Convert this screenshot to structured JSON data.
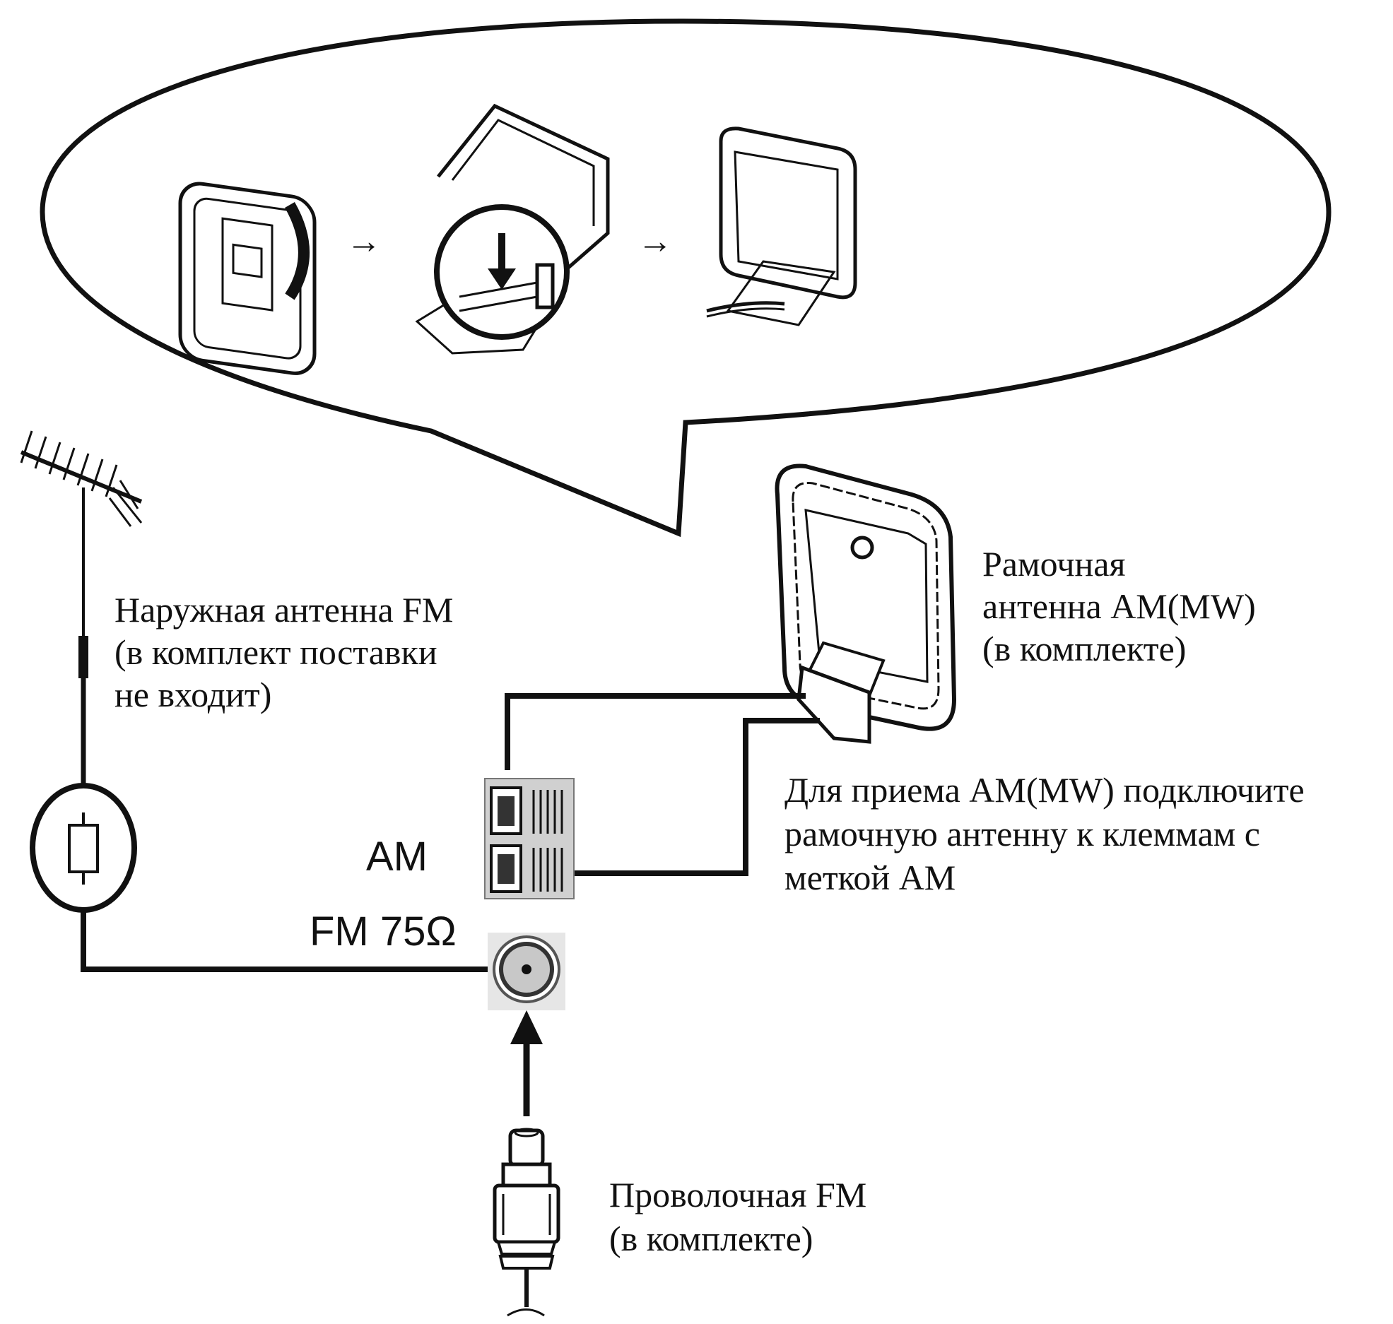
{
  "labels": {
    "outdoor_fm_line1": "Наружная антенна FM",
    "outdoor_fm_line2": "(в комплект поставки",
    "outdoor_fm_line3": "не входит)",
    "loop_am_line1": "Рамочная",
    "loop_am_line2": "антенна AM(MW)",
    "loop_am_line3": "(в комплекте)",
    "am_instruction_line1": "Для приема AM(MW) подключите",
    "am_instruction_line2": "рамочную антенну к клеммам с",
    "am_instruction_line3": "меткой AM",
    "wire_fm_line1": "Проволочная FM",
    "wire_fm_line2": "(в комплекте)",
    "terminal_am": "AM",
    "terminal_fm": "FM 75Ω"
  },
  "icons": {
    "arrow_step_1": "→",
    "arrow_step_2": "→"
  }
}
